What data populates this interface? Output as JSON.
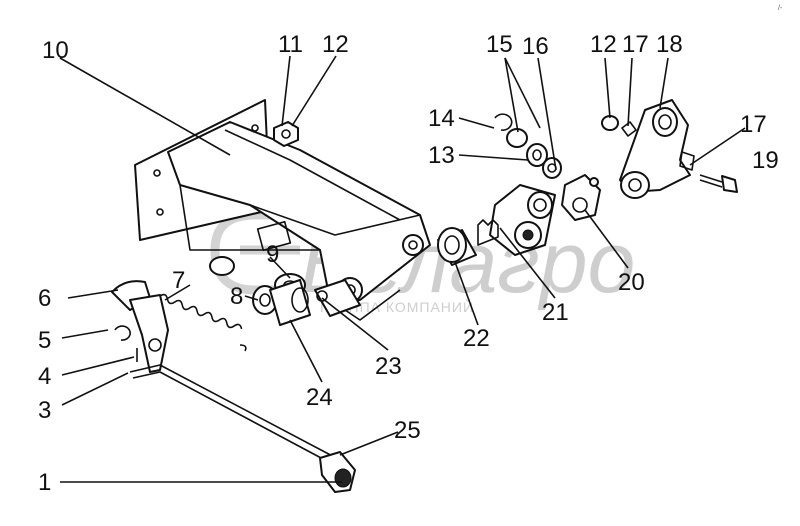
{
  "diagram": {
    "callouts": [
      {
        "id": "c10",
        "text": "10"
      },
      {
        "id": "c11",
        "text": "11"
      },
      {
        "id": "c12a",
        "text": "12"
      },
      {
        "id": "c15",
        "text": "15"
      },
      {
        "id": "c16",
        "text": "16"
      },
      {
        "id": "c12b",
        "text": "12"
      },
      {
        "id": "c17a",
        "text": "17"
      },
      {
        "id": "c18",
        "text": "18"
      },
      {
        "id": "c14",
        "text": "14"
      },
      {
        "id": "c13",
        "text": "13"
      },
      {
        "id": "c17b",
        "text": "17"
      },
      {
        "id": "c19",
        "text": "19"
      },
      {
        "id": "c9",
        "text": "9"
      },
      {
        "id": "c7",
        "text": "7"
      },
      {
        "id": "c6",
        "text": "6"
      },
      {
        "id": "c8",
        "text": "8"
      },
      {
        "id": "c20",
        "text": "20"
      },
      {
        "id": "c21",
        "text": "21"
      },
      {
        "id": "c22",
        "text": "22"
      },
      {
        "id": "c5",
        "text": "5"
      },
      {
        "id": "c23",
        "text": "23"
      },
      {
        "id": "c4",
        "text": "4"
      },
      {
        "id": "c24",
        "text": "24"
      },
      {
        "id": "c3",
        "text": "3"
      },
      {
        "id": "c25",
        "text": "25"
      },
      {
        "id": "c1",
        "text": "1"
      }
    ],
    "watermark": {
      "brand": "Белагро",
      "tagline": "ГРУППА КОМПАНИЙ"
    },
    "corner_mark": "/-"
  }
}
